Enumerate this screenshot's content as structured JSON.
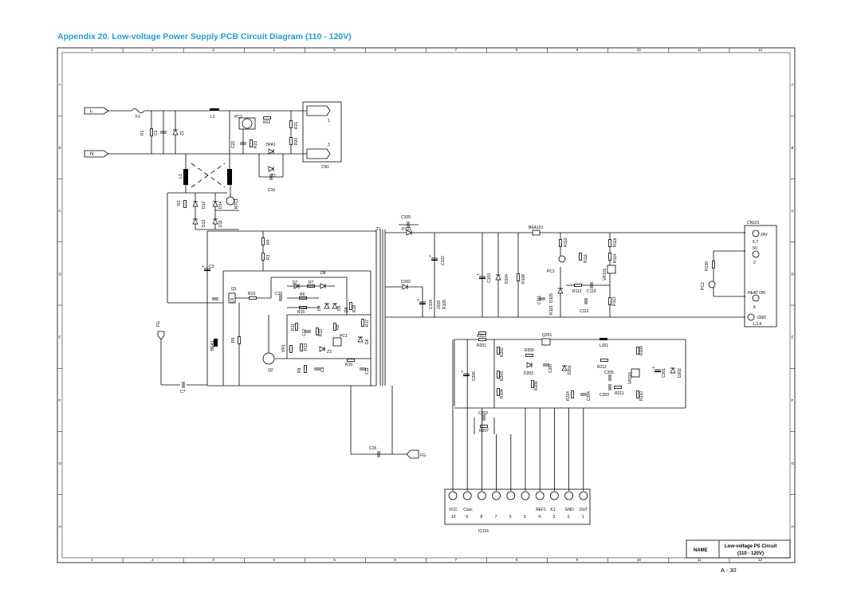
{
  "page": {
    "heading": "Appendix 20. Low-voltage Power Supply PCB Circuit Diagram (110 - 120V)",
    "page_number": "A - 30"
  },
  "frame": {
    "columns": [
      "1",
      "2",
      "3",
      "4",
      "5",
      "6",
      "7",
      "8",
      "9",
      "10",
      "11",
      "12"
    ],
    "rows": [
      "A",
      "B",
      "C",
      "D",
      "E",
      "F",
      "G",
      "H"
    ]
  },
  "title_block": {
    "name_label": "NAME",
    "title_line1": "Low-voltage PS Circuit",
    "title_line2": "(110 - 120V)"
  },
  "input": {
    "L": "L",
    "N": "N",
    "F1": "F1",
    "R1": "R1",
    "C1": "C1",
    "Z1": "Z1",
    "L2": "L2",
    "PC2": "PC2",
    "R22": "R22",
    "R21": "R21",
    "R20": "R20",
    "C22": "C22",
    "R23": "R23",
    "TRA1": "TRA1",
    "Z2": "Z2",
    "C16": "C16",
    "CN1": "CN1",
    "cn1_pin1": "1",
    "cn1_pin3": "3",
    "L1": "L1",
    "NTC1": "NTC1",
    "R2": "R2",
    "D12": "D12",
    "D14": "D14",
    "D13": "D13",
    "D11": "D11"
  },
  "primary": {
    "C3": "C3",
    "R3": "R3",
    "R4": "R4",
    "Q1": "Q1",
    "C6": "C6",
    "R19": "R19",
    "C10": "C10",
    "D7": "D7",
    "R7": "R7",
    "D8": "D8",
    "R6": "R6",
    "R15": "R15",
    "D4": "D4",
    "D5": "D5",
    "D9": "D9",
    "R18": "R18",
    "R11": "R11",
    "R13": "R13",
    "C12": "C12",
    "R12": "R12",
    "R9": "R9",
    "PC1": "PC1",
    "VR1": "VR1",
    "Z3": "Z3",
    "R17": "R17",
    "D6": "D6",
    "R8": "R8",
    "C9": "C9",
    "R10": "R10",
    "C11": "C11",
    "Q2": "Q2",
    "R5": "R5",
    "BEA1": "BEA1",
    "FG": "FG",
    "C7": "C7",
    "C15": "C15",
    "T1": "T1"
  },
  "secondary": {
    "C109": "C109",
    "D101": "D101",
    "BEA101": "BEA101",
    "C102": "C102",
    "C103": "C103",
    "D104": "D104",
    "R108": "R108",
    "D102": "D102",
    "C104": "C104",
    "J103": "J103",
    "R105": "R105",
    "R110": "R110",
    "R116": "R116",
    "R111": "R111",
    "R114": "R114",
    "PC1": "PC1",
    "VR101": "VR101",
    "R112": "R112",
    "C110": "C110",
    "C111": "C111",
    "D105": "D105",
    "R115": "R115",
    "R113": "R113",
    "C112": "C112",
    "R130": "R130",
    "PC2": "PC2",
    "CN101": "CN101",
    "out_24v": "24V",
    "out_5v": "5V",
    "pin_5_7": "5,7",
    "pin_2": "2",
    "out_heat": "HEAT ON",
    "pin_6": "6",
    "out_gnd": "GND",
    "pin_134": "1,3,4"
  },
  "controller": {
    "R213": "R213",
    "R201": "R201",
    "R202": "R202",
    "Q201": "Q201",
    "R205": "R205",
    "D203": "D203",
    "C207": "C207",
    "D201": "D201",
    "L201": "L201",
    "R209": "R209",
    "R212": "R212",
    "C205": "C205",
    "VR201": "VR201",
    "C201": "C201",
    "D202": "D202",
    "C206": "C206",
    "R203": "R203",
    "R206": "R206",
    "R204": "R204",
    "R214": "R214",
    "C204": "C204",
    "C203": "C203",
    "R211": "R211",
    "R210": "R210",
    "C202": "C202",
    "R207": "R207",
    "IC101": "IC101",
    "pin_names": [
      "VCC",
      "Cosc",
      "",
      "",
      "",
      "",
      "REF1",
      "K1",
      "GND",
      "OUT"
    ],
    "pin_numbers": [
      "10",
      "9",
      "8",
      "7",
      "6",
      "5",
      "4",
      "3",
      "2",
      "1"
    ]
  }
}
